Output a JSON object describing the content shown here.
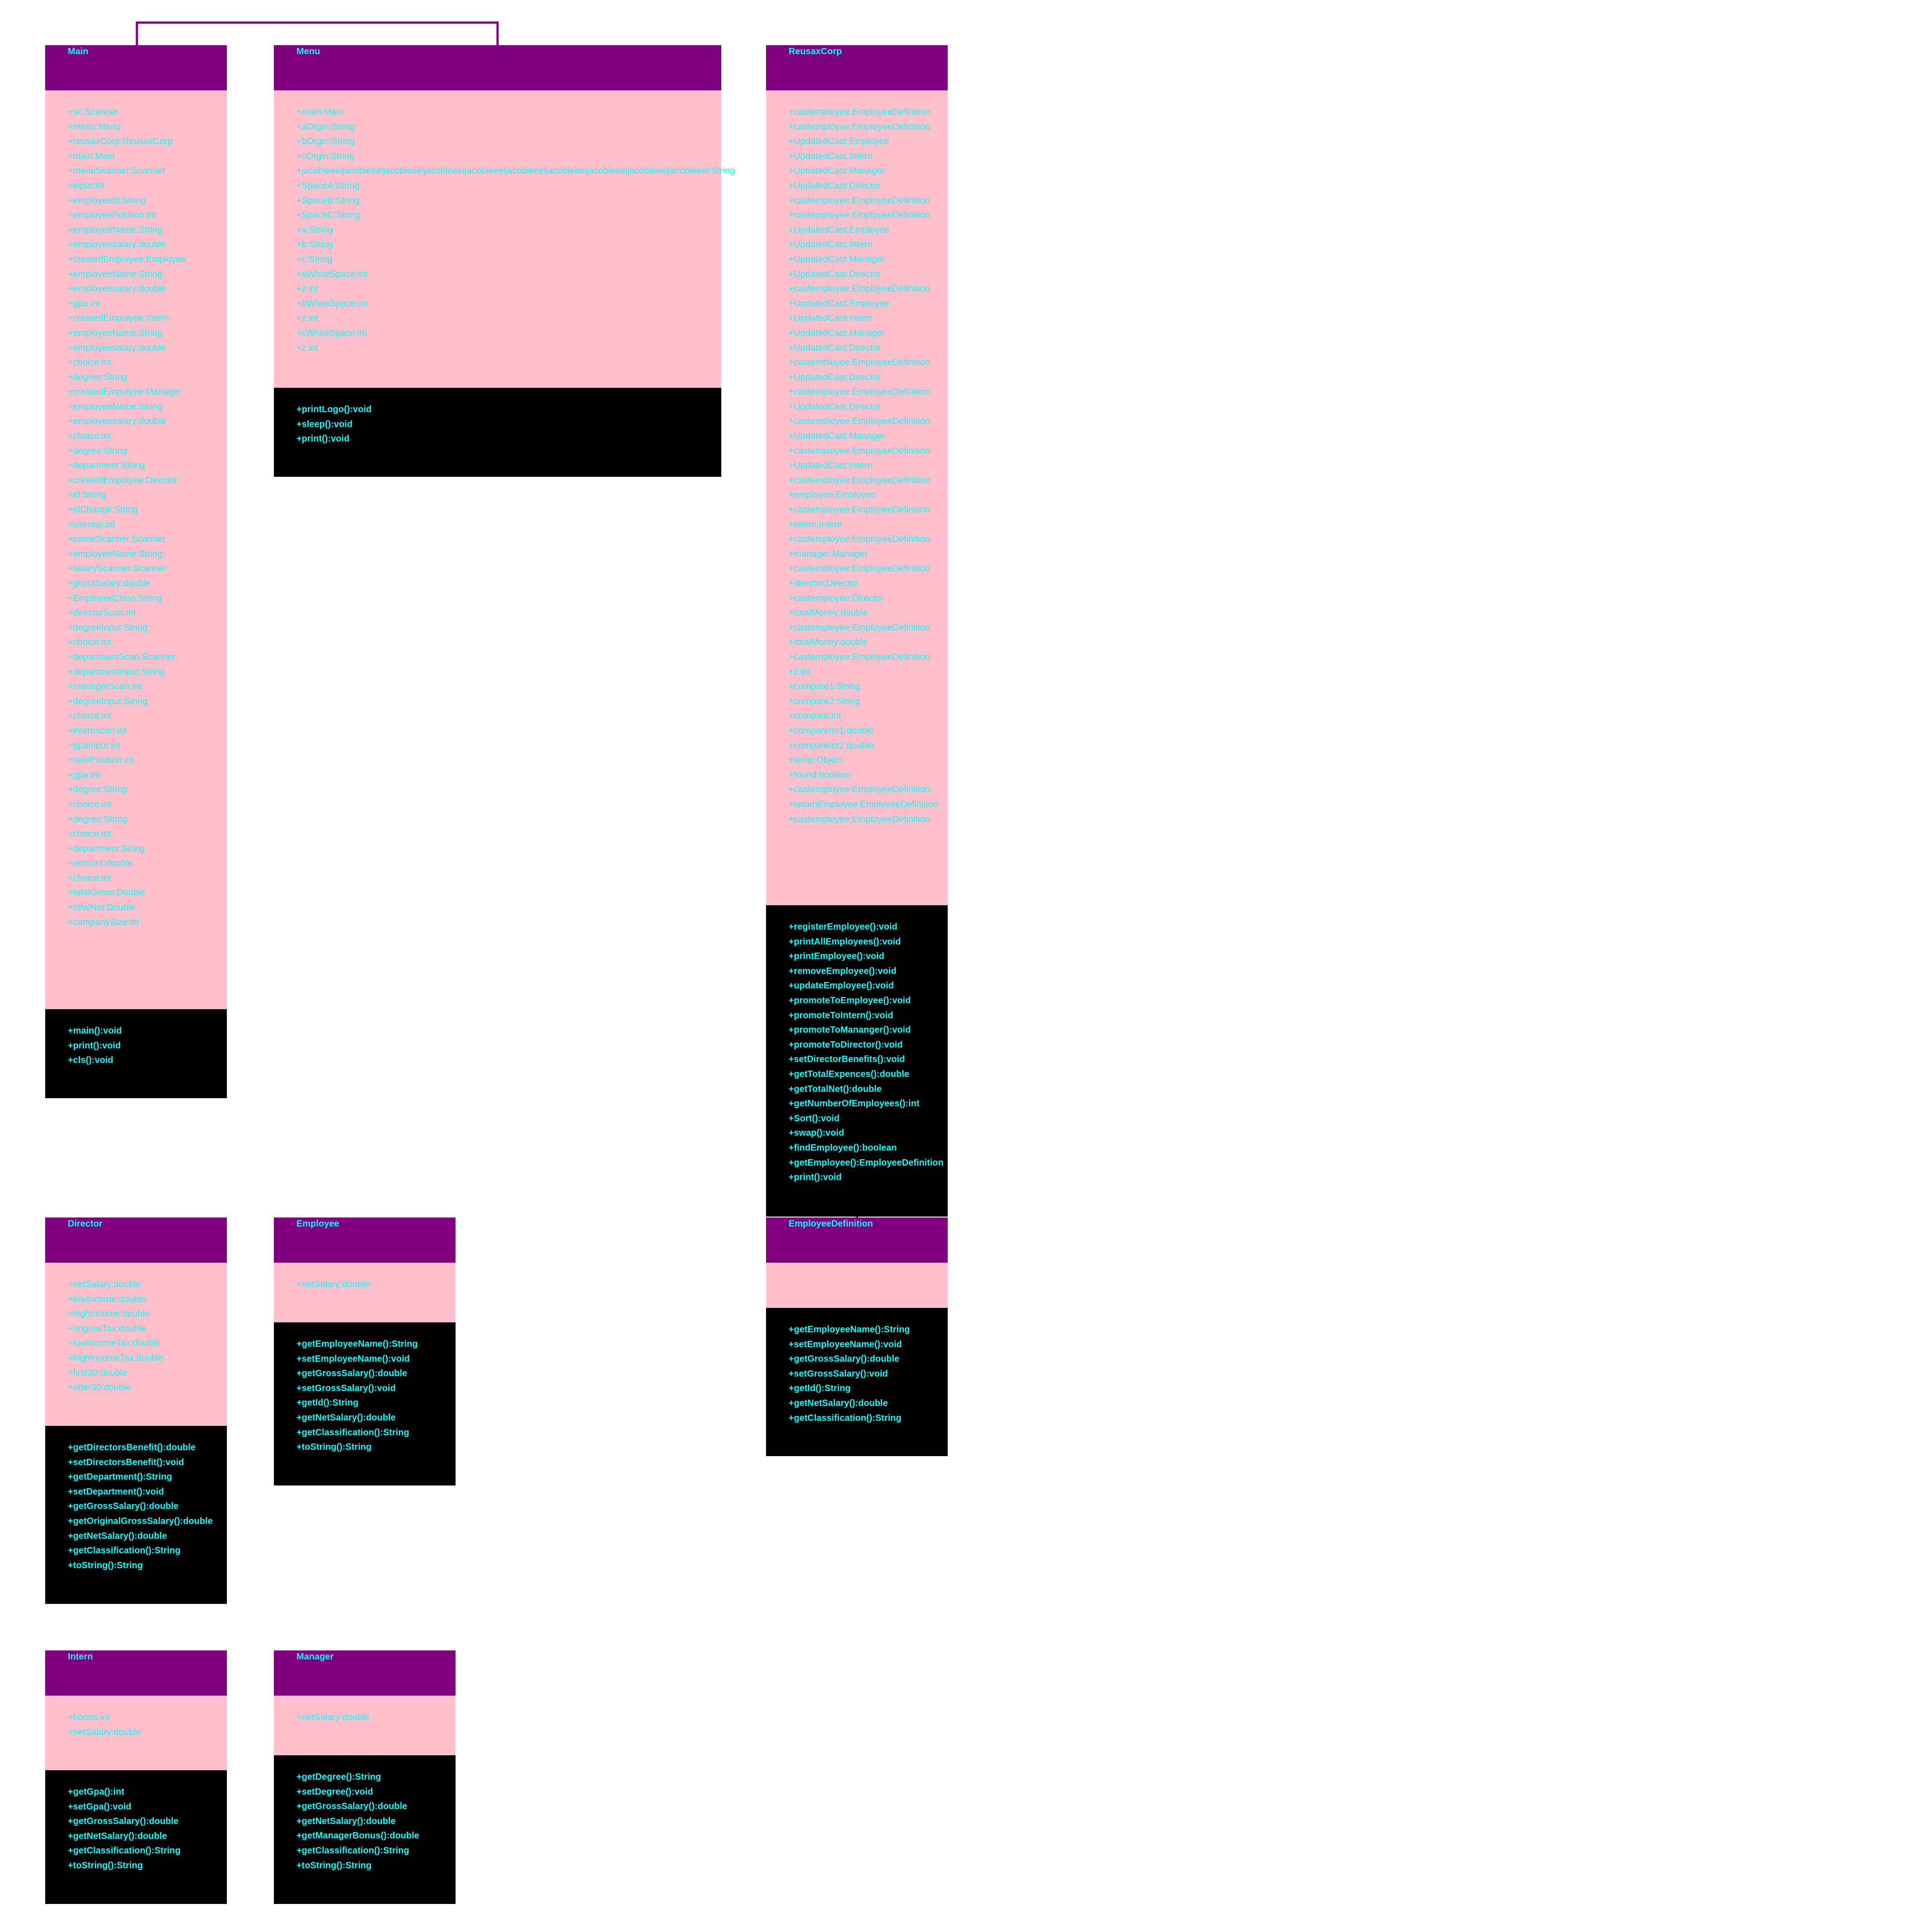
{
  "diagram": {
    "colors": {
      "header": "#800080",
      "attributes_bg": "#ffc0cb",
      "methods_bg": "#000000",
      "text": "#00ffff",
      "connector": "#800080"
    },
    "classes": [
      {
        "id": "main",
        "name": "Main",
        "attributes": [
          "+sc:Scanner",
          "+menu:Menu",
          "+reusaxCorp:ReusaxCorp",
          "+main:Main",
          "+menuScanner:Scanner",
          "+input:int",
          "+employeeId:String",
          "+employeePosition:int",
          "+employeeName:String",
          "+employeesalary:double",
          "+createdEmpolyee:Employee",
          "+employeeName:String",
          "+employeesalary:double",
          "+gpa:int",
          "+createdEmpolyee:Intern",
          "+employeeName:String",
          "+employeesalary:double",
          "+choice:int",
          "+degree:String",
          "+createdEmpolyee:Manager",
          "+employeeName:String",
          "+employeesalary:double",
          "+choice:int",
          "+degree:String",
          "+department:String",
          "+createdEmpolyee:Director",
          "+id:String",
          "+idChange:String",
          "+userInp:int",
          "+nameScanner:Scanner",
          "+employeeName:String",
          "+salaryScanner:Scanner",
          "+grossSalary:double",
          "+EmployeeClass:String",
          "+directorScan:int",
          "+degreeInput:String",
          "+choice:int",
          "+departmentScan:Scanner",
          "+departmentInput:String",
          "+managerScan:int",
          "+degreeInput:String",
          "+choice:int",
          "+internscan:int",
          "+gpaInput:int",
          "+newPosition:int",
          "+gpa:int",
          "+degree:String",
          "+choice:int",
          "+degree:String",
          "+choice:int",
          "+department:String",
          "+amount:double",
          "+choice:int",
          "+totalGross:Double",
          "+totalNet:Double",
          "+companySize:int"
        ],
        "methods": [
          "+main():void",
          "+print():void",
          "+cls():void"
        ]
      },
      {
        "id": "menu",
        "name": "Menu",
        "attributes": [
          "+main:Main",
          "+aOrgin:String",
          "+bOrgin:String",
          "+cOrgin:String",
          "+jacobleeeljacobleeeljacobleeeljacobleeeljacobleeeljacobleeeljacobleeeljacobleeeljacobleeeljacobleeel:String",
          "+SpaceA:String",
          "+SpaceB:String",
          "+SpaceC:String",
          "+a:String",
          "+b:String",
          "+c:String",
          "+aWhiteSpace:int",
          "+z:int",
          "+bWhiteSpace:int",
          "+z:int",
          "+cWhiteSpace:int",
          "+z:int"
        ],
        "methods": [
          "+printLogo():void",
          "+sleep():void",
          "+print():void"
        ]
      },
      {
        "id": "reusaxcorp",
        "name": "ReusaxCorp",
        "attributes": [
          "+castemployee:EmployeeDefinition",
          "+castemployee:EmployeeDefinition",
          "+UpdatedCast:Employee",
          "+UpdatedCast:Intern",
          "+UpdatedCast:Manager",
          "+UpdatedCast:Director",
          "+castemployee:EmployeeDefinition",
          "+castemployee:EmployeeDefinition",
          "+UpdatedCast:Employee",
          "+UpdatedCast:Intern",
          "+UpdatedCast:Manager",
          "+UpdatedCast:Director",
          "+castemployee:EmployeeDefinition",
          "+UpdatedCast:Employee",
          "+UpdatedCast:Intern",
          "+UpdatedCast:Manager",
          "+UpdatedCast:Director",
          "+castemployee:EmployeeDefinition",
          "+UpdatedCast:Director",
          "+castemployee:EmployeeDefinition",
          "+UpdatedCast:Director",
          "+castemployee:EmployeeDefinition",
          "+UpdatedCast:Manager",
          "+castemployee:EmployeeDefinition",
          "+UpdatedCast:Intern",
          "+castemployee:EmployeeDefinition",
          "+employee:Employee",
          "+castemployee:EmployeeDefinition",
          "+intern:Intern",
          "+castemployee:EmployeeDefinition",
          "+manager:Manager",
          "+castemployee:EmployeeDefinition",
          "+director:Director",
          "+castemployee:Director",
          "+totalMoney:double",
          "+castemployee:EmployeeDefinition",
          "+totalMoney:double",
          "+castemployee:EmployeeDefinition",
          "+z:int",
          "+compare1:String",
          "+compare2:String",
          "+compare:int",
          "+compareInt1:double",
          "+compareInt2:double",
          "+temp:Object",
          "+found:boolean",
          "+castemployee:EmployeeDefinition",
          "+returnEmployee:EmployeeDefinition",
          "+castemployee:EmployeeDefinition"
        ],
        "methods": [
          "+registerEmployee():void",
          "+printAllEmployees():void",
          "+printEmployee():void",
          "+removeEmployee():void",
          "+updateEmployee():void",
          "+promoteToEmployee():void",
          "+promoteToIntern():void",
          "+promoteToMananger():void",
          "+promoteToDirector():void",
          "+setDirectorBenefits():void",
          "+getTotalExpences():double",
          "+getTotalNet():double",
          "+getNumberOfEmployees():int",
          "+Sort():void",
          "+swap():void",
          "+findEmployee():boolean",
          "+getEmployee():EmployeeDefinition",
          "+print():void"
        ]
      },
      {
        "id": "director",
        "name": "Director",
        "attributes": [
          "+netSalary:double",
          "+lowIncome:double",
          "+highIncome:double",
          "+originalTax:double",
          "+lowIncomeTax:double",
          "+highIncomeTax:double",
          "+first30:double",
          "+after30:double"
        ],
        "methods": [
          "+getDirectorsBenefit():double",
          "+setDirectorsBenefit():void",
          "+getDepartment():String",
          "+setDepartment():void",
          "+getGrossSalary():double",
          "+getOriginalGrossSalary():double",
          "+getNetSalary():double",
          "+getClassification():String",
          "+toString():String"
        ]
      },
      {
        "id": "employee",
        "name": "Employee",
        "attributes": [
          "+netSalary:double"
        ],
        "methods": [
          "+getEmployeeName():String",
          "+setEmployeeName():void",
          "+getGrossSalary():double",
          "+setGrossSalary():void",
          "+getId():String",
          "+getNetSalary():double",
          "+getClassification():String",
          "+toString():String"
        ]
      },
      {
        "id": "employeedefinition",
        "name": "EmployeeDefinition",
        "attributes": [],
        "methods": [
          "+getEmployeeName():String",
          "+setEmployeeName():void",
          "+getGrossSalary():double",
          "+setGrossSalary():void",
          "+getId():String",
          "+getNetSalary():double",
          "+getClassification():String"
        ]
      },
      {
        "id": "intern",
        "name": "Intern",
        "attributes": [
          "+bonus:int",
          "+netSalary:double"
        ],
        "methods": [
          "+getGpa():int",
          "+setGpa():void",
          "+getGrossSalary():double",
          "+getNetSalary():double",
          "+getClassification():String",
          "+toString():String"
        ]
      },
      {
        "id": "manager",
        "name": "Manager",
        "attributes": [
          "+netSalary:double"
        ],
        "methods": [
          "+getDegree():String",
          "+setDegree():void",
          "+getGrossSalary():double",
          "+getNetSalary():double",
          "+getManagerBonus():double",
          "+getClassification():String",
          "+toString():String"
        ]
      }
    ],
    "connectors": [
      {
        "from": "main",
        "to": "menu"
      },
      {
        "from": "reusaxcorp",
        "to": "employeedefinition"
      }
    ]
  }
}
